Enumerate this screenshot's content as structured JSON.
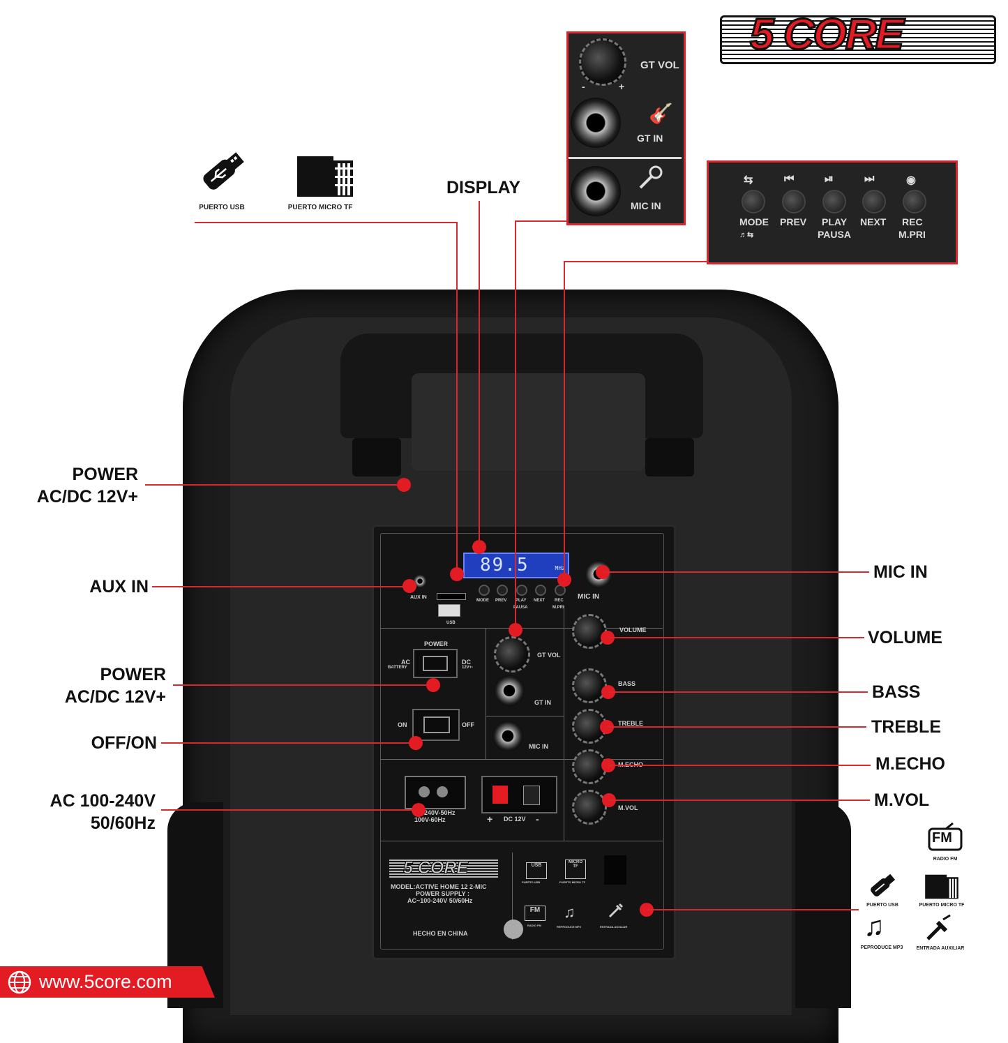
{
  "brand": {
    "logo_text": "5 CORE",
    "url": "www.5core.com",
    "accent": "#e31b23"
  },
  "top_icons": {
    "usb_label": "PUERTO USB",
    "tf_label": "PUERTO MICRO TF"
  },
  "callouts": {
    "display": "DISPLAY",
    "power_top_1": "POWER",
    "power_top_2": "AC/DC 12V+",
    "aux_in": "AUX IN",
    "power_mid_1": "POWER",
    "power_mid_2": "AC/DC 12V+",
    "off_on": "OFF/ON",
    "ac_1": "AC 100-240V",
    "ac_2": "50/60Hz",
    "mic_in": "MIC IN",
    "volume": "VOLUME",
    "bass": "BASS",
    "treble": "TREBLE",
    "m_echo": "M.ECHO",
    "m_vol": "M.VOL"
  },
  "inset_guitar": {
    "gt_vol": "GT VOL",
    "gt_in": "GT IN",
    "mic_in": "MIC IN",
    "minus": "-",
    "plus": "+"
  },
  "inset_buttons": {
    "items": [
      {
        "label": "MODE",
        "sub": "",
        "icon": "mode-icon"
      },
      {
        "label": "PREV",
        "sub": "",
        "icon": "prev-icon"
      },
      {
        "label": "PLAY",
        "sub": "PAUSA",
        "icon": "play-pause-icon"
      },
      {
        "label": "NEXT",
        "sub": "",
        "icon": "next-icon"
      },
      {
        "label": "REC",
        "sub": "M.PRI",
        "icon": "rec-icon"
      }
    ]
  },
  "panel": {
    "display_value": "89.5",
    "display_unit": "MHz",
    "aux_in": "AUX IN",
    "usb": "USB",
    "mode": "MODE",
    "prev": "PREV",
    "play": "PLAY",
    "pausa": "PAUSA",
    "next": "NEXT",
    "rec": "REC",
    "mpri": "M.PRI",
    "mic_in": "MIC IN",
    "gt_vol": "GT VOL",
    "gt_in": "GT IN",
    "mic_in_2": "MIC IN",
    "volume": "VOLUME",
    "bass": "BASS",
    "treble": "TREBLE",
    "mecho": "M.ECHO",
    "mvol": "M.VOL",
    "power": "POWER",
    "ac": "AC",
    "battery": "BATTERY",
    "dc": "DC",
    "dc_volt": "12V+-",
    "on": "ON",
    "off": "OFF",
    "ac_in_1": "240V-50Hz",
    "ac_in_2": "100V-60Hz",
    "dc12v": "DC 12V",
    "plus": "+",
    "minus": "-",
    "logo": "5 CORE",
    "model": "MODEL:ACTIVE HOME 12 2-MIC",
    "supply": "POWER SUPPLY :",
    "supply_val": "AC~100-240V 50/60Hz",
    "made_in": "HECHO EN CHINA",
    "usb_small": "PUERTO USB",
    "tf_small": "PUERTO MICRO TF",
    "fm_small": "RADIO FM",
    "mp3_small": "REPRODUCE MP3",
    "aux_small": "ENTRADA AUXILIAR",
    "usb_box": "USB",
    "tf_box": "MICRO TF",
    "fm_box": "FM"
  },
  "legend_icons": {
    "fm_text": "FM",
    "fm_label": "RADIO FM",
    "usb_label": "PUERTO USB",
    "tf_label": "PUERTO MICRO TF",
    "mp3_label": "PEPRODUCE MP3",
    "aux_label": "ENTRADA AUXILIAR"
  }
}
